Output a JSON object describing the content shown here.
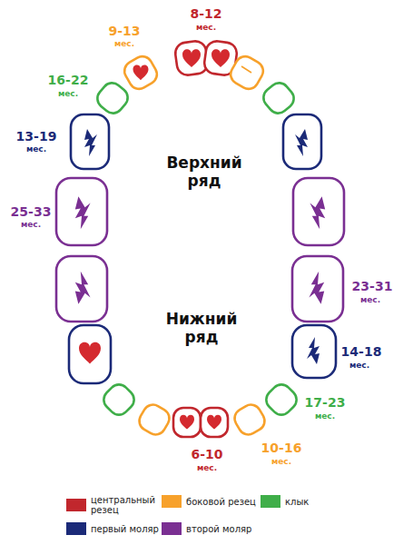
{
  "diagram": {
    "labels": [
      "8-12",
      "мес.",
      "9-13",
      "мес.",
      "16-22",
      "мес.",
      "13-19",
      "мес.",
      "25-33",
      "мес.",
      "Верхний ряд",
      "Нижний ряд",
      "23-31",
      "мес.",
      "14-18",
      "мес.",
      "17-23",
      "мес.",
      "6-10",
      "мес.",
      "10-16",
      "мес."
    ],
    "legend": [
      {
        "text": "центральный резец",
        "color": "#c1272d"
      },
      {
        "text": "боковой резец",
        "color": "#f7a12b"
      },
      {
        "text": "клык",
        "color": "#3fae49"
      },
      {
        "text": "первый моляр",
        "color": "#1b2a78"
      },
      {
        "text": "второй моляр",
        "color": "#7a2f92"
      }
    ]
  }
}
